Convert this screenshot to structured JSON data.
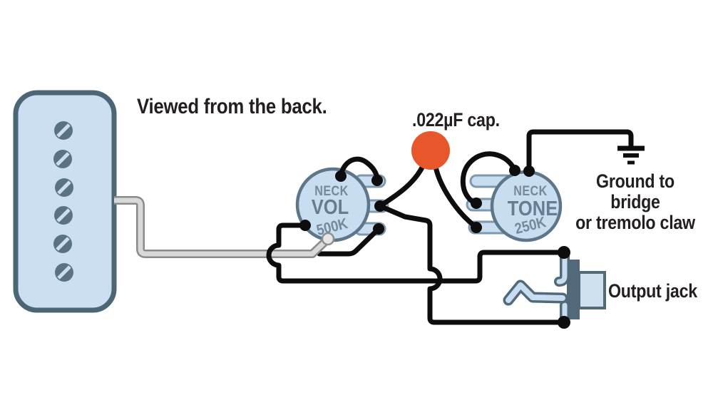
{
  "note": "Viewed from the back.",
  "capacitor": {
    "label": ".022µF cap."
  },
  "ground": {
    "line1": "Ground to bridge",
    "line2": "or tremolo claw"
  },
  "jack": {
    "label": "Output jack"
  },
  "volume_pot": {
    "position": "NECK",
    "role": "VOL",
    "value": "500K"
  },
  "tone_pot": {
    "position": "NECK",
    "role": "TONE",
    "value": "250K"
  },
  "colors": {
    "pot_fill": "#c9ddf0",
    "pot_outline": "#5d7689",
    "pickup_outline": "#4d6675",
    "wire_black": "#0d0d0d",
    "wire_gray": "#d9d9d9",
    "cap_orange": "#e7572b",
    "label_text": "#231f20",
    "pot_text": "#6d8496",
    "jack_plate": "#52697a"
  }
}
